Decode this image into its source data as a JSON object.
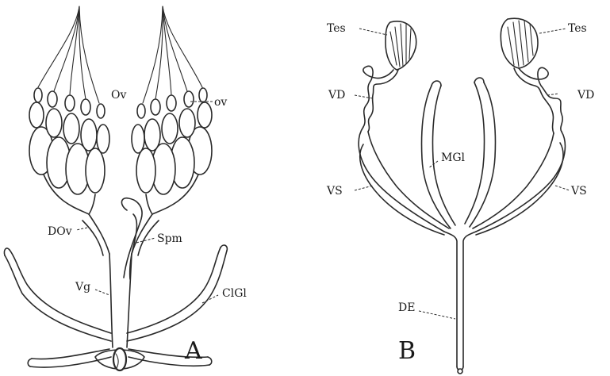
{
  "panelA": {
    "label": "A",
    "labels": {
      "ovary": "Ov",
      "ovariole": "ov",
      "oviduct": "DOv",
      "spermatheca": "Spm",
      "vagina": "Vg",
      "colleterial_gland": "ClGl"
    }
  },
  "panelB": {
    "label": "B",
    "labels": {
      "testis_left": "Tes",
      "testis_right": "Tes",
      "vas_deferens_left": "VD",
      "vas_deferens_right": "VD",
      "mucous_gland": "MGl",
      "seminal_vesicle_left": "VS",
      "seminal_vesicle_right": "VS",
      "ejaculatory_duct": "DE"
    }
  }
}
